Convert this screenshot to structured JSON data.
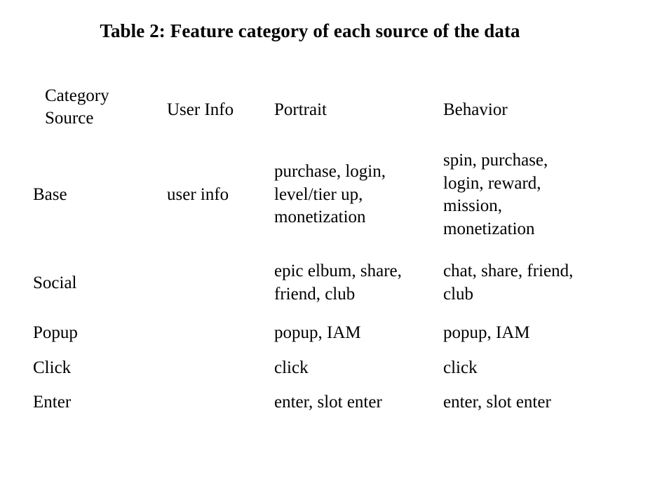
{
  "caption": "Table 2: Feature category of each source of the data",
  "table": {
    "corner_header": {
      "category_label": "Category",
      "source_label": "Source"
    },
    "columns": [
      "User Info",
      "Portrait",
      "Behavior"
    ],
    "rows": [
      {
        "source": "Base",
        "user_info": "user info",
        "portrait": "purchase, login, level/tier up, monetization",
        "behavior": "spin, purchase, login, reward, mission, monetization"
      },
      {
        "source": "Social",
        "user_info": "",
        "portrait": "epic elbum, share, friend, club",
        "behavior": "chat, share, friend, club"
      },
      {
        "source": "Popup",
        "user_info": "",
        "portrait": "popup, IAM",
        "behavior": "popup, IAM"
      },
      {
        "source": "Click",
        "user_info": "",
        "portrait": "click",
        "behavior": "click"
      },
      {
        "source": "Enter",
        "user_info": "",
        "portrait": "enter, slot enter",
        "behavior": "enter, slot enter"
      }
    ]
  }
}
